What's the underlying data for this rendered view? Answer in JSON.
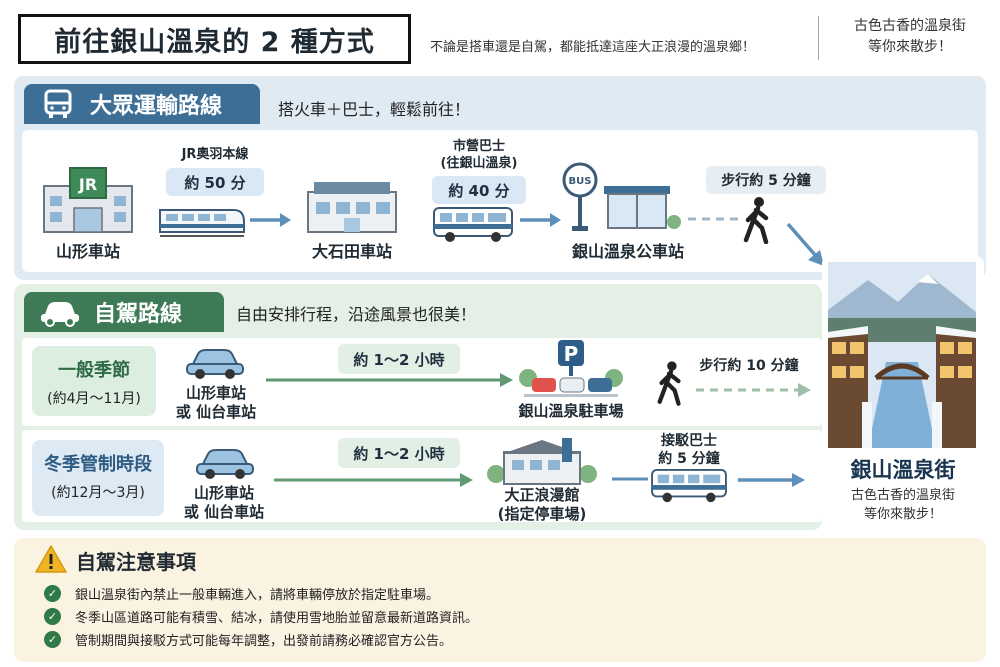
{
  "header": {
    "title": "前往銀山溫泉的 2 種方式",
    "subtitle": "不論是搭車還是自駕，都能抵達這座大正浪漫的溫泉鄉！",
    "tagline_line1": "古色古香的溫泉街",
    "tagline_line2": "等你來散步！"
  },
  "transit": {
    "tab_label": "大眾運輸路線",
    "note": "搭火車＋巴士，輕鬆前往！",
    "station_yamagata": "山形車站",
    "jr_sign": "JR",
    "train_line": "JR奧羽本線",
    "train_time": "約 50 分",
    "station_oishida": "大石田車站",
    "bus_line_1": "市營巴士",
    "bus_line_2": "(往銀山溫泉)",
    "bus_time": "約 40 分",
    "bus_sign": "BUS",
    "bus_stop": "銀山溫泉公車站",
    "walk": "步行約 5 分鐘"
  },
  "drive": {
    "tab_label": "自駕路線",
    "note": "自由安排行程，沿途風景也很美！",
    "normal": {
      "title": "一般季節",
      "period": "(約4月～11月)",
      "origin_1": "山形車站",
      "origin_2": "或 仙台車站",
      "time": "約 1～2 小時",
      "parking_sign": "P",
      "parking": "銀山溫泉駐車場",
      "walk": "步行約 10 分鐘"
    },
    "winter": {
      "title": "冬季管制時段",
      "period": "(約12月～3月)",
      "origin_1": "山形車站",
      "origin_2": "或 仙台車站",
      "time": "約 1～2 小時",
      "lot_1": "大正浪漫館",
      "lot_2": "(指定停車場)",
      "shuttle_1": "接駁巴士",
      "shuttle_2": "約 5 分鐘"
    }
  },
  "destination": {
    "title": "銀山溫泉街",
    "desc_1": "古色古香的溫泉街",
    "desc_2": "等你來散步！"
  },
  "notes": {
    "title": "自駕注意事項",
    "items": [
      "銀山溫泉街內禁止一般車輛進入，請將車輛停放於指定駐車場。",
      "冬季山區道路可能有積雪、結冰，請使用雪地胎並留意最新道路資訊。",
      "管制期間與接駁方式可能每年調整，出發前請務必確認官方公告。"
    ]
  },
  "colors": {
    "transit": "#3d6e96",
    "drive": "#3f7a56",
    "arrow_blue": "#5e8fb8",
    "arrow_green": "#5f9a74",
    "warning": "#f0b323"
  }
}
